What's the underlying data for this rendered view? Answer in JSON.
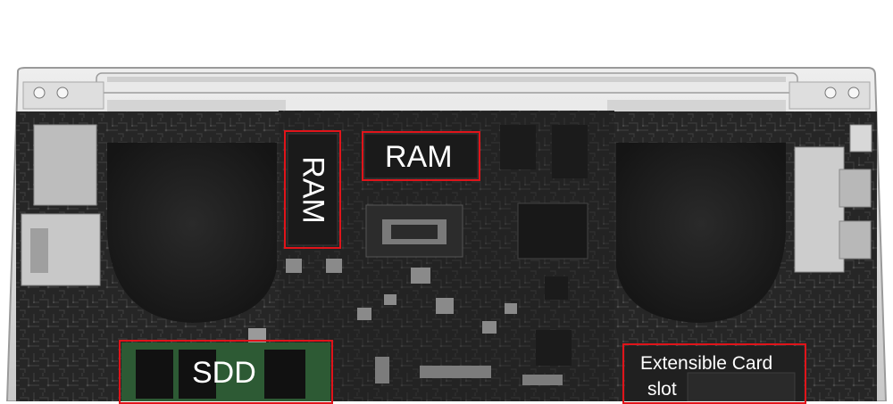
{
  "labels": {
    "ram_top": "RAM",
    "ram_side": "RAM",
    "storage": "SDD",
    "card_line1": "Extensible Card",
    "card_line2": "slot"
  },
  "colors": {
    "highlight": "#e0141a",
    "board": "#2a2a2a",
    "chassis": "#d6d6d6"
  }
}
